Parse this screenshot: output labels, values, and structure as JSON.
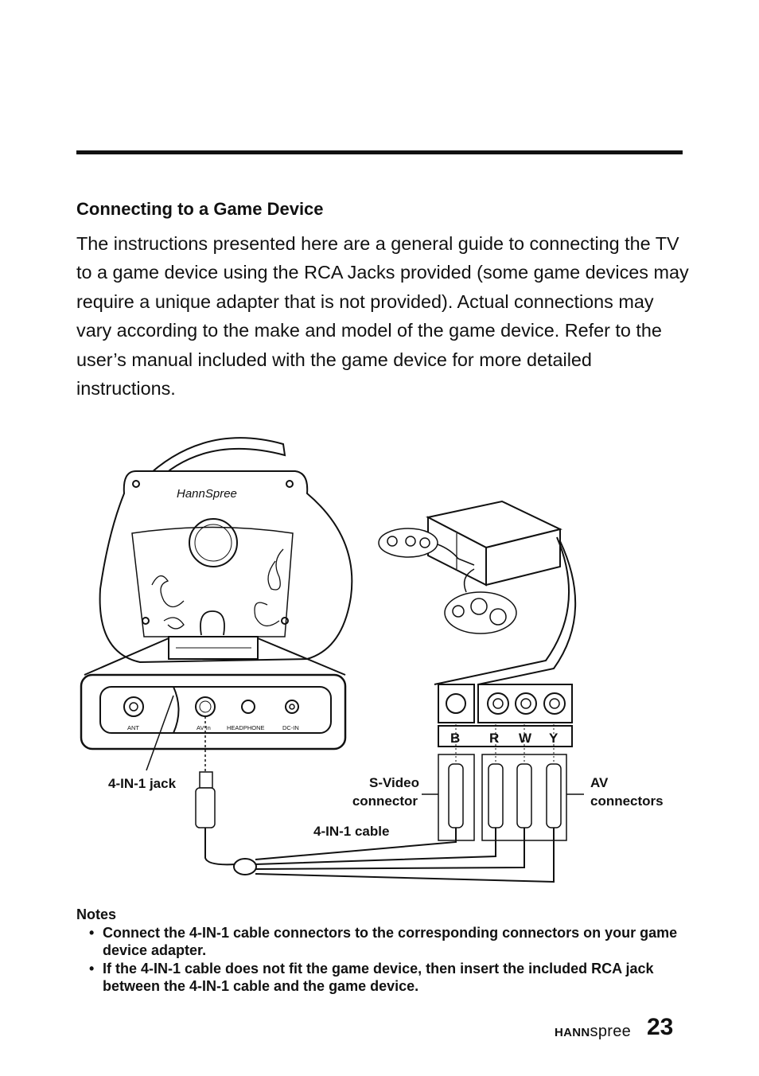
{
  "section": {
    "heading": "Connecting to a Game Device",
    "body": "The instructions presented here are a general guide to connecting the TV to a game device using the RCA Jacks provided (some game devices may require a unique adapter that is not provided). Actual connections may vary according to the make and model of the game device. Refer to the user’s manual included with the game device for more detailed instructions."
  },
  "diagram": {
    "tv_logo": "HannSpree",
    "panel_labels": {
      "ant": "ANT",
      "av_in": "AV In",
      "headphone": "HEADPHONE",
      "dc_in": "DC-IN"
    },
    "adapter_labels": [
      "B",
      "R",
      "W",
      "Y"
    ],
    "callouts": {
      "jack": "4-IN-1 jack",
      "svideo_line1": "S-Video",
      "svideo_line2": "connector",
      "av_line1": "AV",
      "av_line2": "connectors",
      "cable": "4-IN-1 cable"
    }
  },
  "notes": {
    "title": "Notes",
    "items": [
      "Connect the 4-IN-1 cable connectors to the corresponding connectors on your game device adapter.",
      "If the 4-IN-1 cable does not fit the game device, then insert the included RCA jack between the 4-IN-1 cable and the game device."
    ]
  },
  "footer": {
    "brand_bold": "HANN",
    "brand_light": "spree",
    "page_number": "23"
  }
}
